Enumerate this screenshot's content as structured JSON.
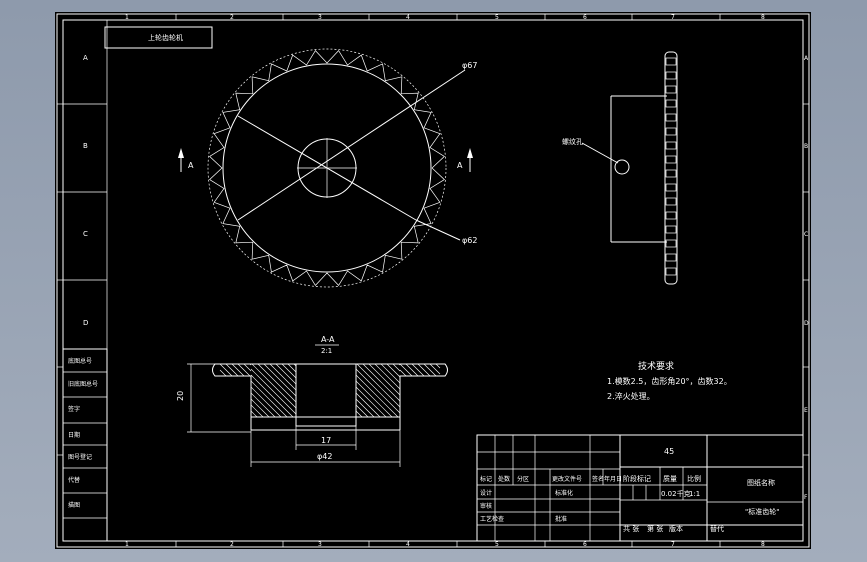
{
  "drawing": {
    "title_tag": "上轮齿轮机",
    "col_labels": [
      "1",
      "2",
      "3",
      "4",
      "5",
      "6",
      "7",
      "8"
    ],
    "row_labels": [
      "A",
      "B",
      "C",
      "D",
      "E",
      "F"
    ],
    "left_strip": [
      "底图总号",
      "旧底图总号",
      "签字",
      "日期",
      "图号登记",
      "代替",
      "描图"
    ],
    "front_view": {
      "dim_outer": "φ67",
      "dim_root": "φ62",
      "section_mark": "A"
    },
    "side_view": {
      "hole_note": "螺纹孔"
    },
    "section": {
      "title": "A-A",
      "scale": "2:1",
      "dim_height": "20",
      "dim_bore": "17",
      "dim_hub": "φ42"
    },
    "tech_req": {
      "heading": "技术要求",
      "line1": "1.模数2.5，齿形角20°，齿数32。",
      "line2": "2.淬火处理。"
    },
    "title_block": {
      "material": "45",
      "stage_label": "阶段标记",
      "weight_label": "质量",
      "scale_label": "比例",
      "weight_value": "0.02千克",
      "scale_value": "1:1",
      "change_headers": [
        "标记",
        "处数",
        "分区",
        "更改文件号",
        "签名",
        "年月日"
      ],
      "people": [
        "设计",
        "审核",
        "工艺检查"
      ],
      "std_label": "标准化",
      "approve_label": "批准",
      "sheet_total": "共 张",
      "sheet_no": "第 张",
      "version": "版本",
      "replace": "替代",
      "company": "图纸名称",
      "drawing_name": "\"标准齿轮\""
    }
  }
}
